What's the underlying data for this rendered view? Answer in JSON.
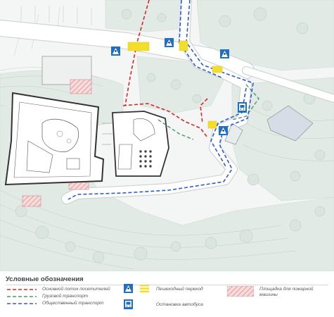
{
  "colors": {
    "visitor_flow": "#d8262b",
    "freight": "#4a9a6a",
    "public_transport": "#2f5bd0",
    "crosswalk_yellow": "#f2de2a",
    "sign_blue": "#1f6fc4",
    "fire_hatch": "#e6a0a0",
    "vegetation": "#e1eae5",
    "road": "#ffffff",
    "building_outline": "#333333"
  },
  "map": {
    "crosswalk_sign_icon": "pedestrian-crossing-sign-icon",
    "bus_stop_icon": "bus-stop-sign-icon",
    "fire_area_icon": "fire-truck-area-hatch-icon"
  },
  "legend": {
    "title": "Условные обозначения",
    "items": {
      "visitor_flow": "Основной поток посетителей",
      "freight": "Грузовой транспорт",
      "public_transport": "Общественный транспорт",
      "crossing": "Пешеходный переход",
      "bus_stop": "Остановка автобуса",
      "fire_area": "Площадка для пожарной машины"
    }
  }
}
